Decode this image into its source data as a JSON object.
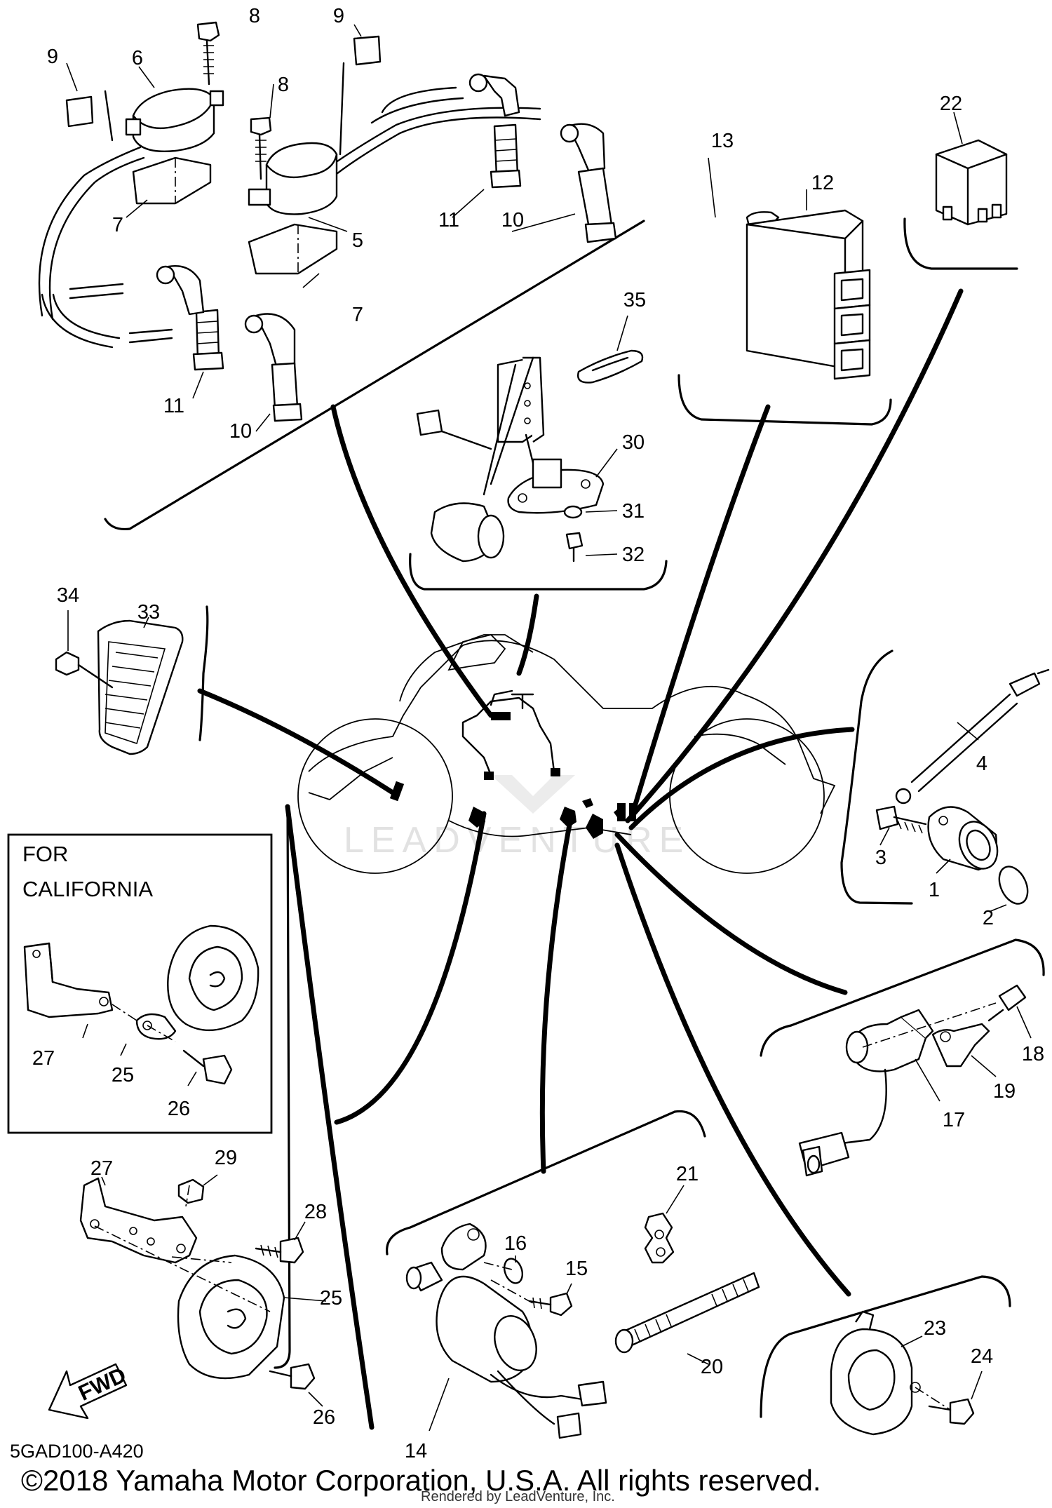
{
  "diagram": {
    "drawing_code": "5GAD100-A420",
    "copyright": "©2018 Yamaha Motor Corporation, U.S.A. All rights reserved.",
    "render_credit": "Rendered by LeadVenture, Inc.",
    "watermark": "LEADVENTURE",
    "inset_label_line1": "FOR",
    "inset_label_line2": "CALIFORNIA",
    "fwd_label": "FWD"
  },
  "callouts": [
    "9",
    "6",
    "8",
    "9",
    "8",
    "11",
    "10",
    "5",
    "7",
    "7",
    "11",
    "10",
    "13",
    "12",
    "22",
    "35",
    "30",
    "31",
    "32",
    "34",
    "33",
    "4",
    "3",
    "1",
    "2",
    "27",
    "25",
    "26",
    "17",
    "18",
    "19",
    "27",
    "29",
    "28",
    "25",
    "26",
    "21",
    "16",
    "15",
    "14",
    "20",
    "23",
    "24"
  ]
}
